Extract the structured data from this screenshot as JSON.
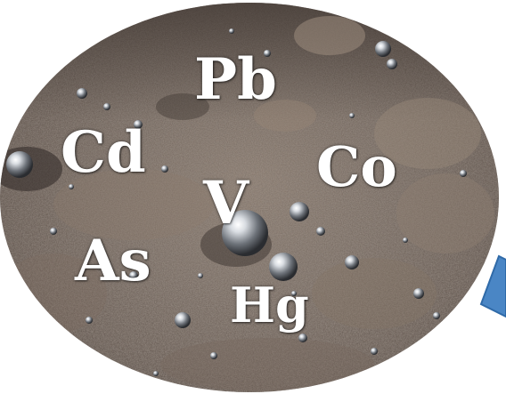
{
  "image": {
    "description_icons": [
      "soil-photo",
      "mercury-droplet-icon",
      "blue-arrow-icon"
    ],
    "colors": {
      "soil_dark": "#4a403a",
      "soil_mid": "#7a6c61",
      "soil_light": "#a89888",
      "label": "#ffffff",
      "arrow": "#4a86c5",
      "background": "#ffffff"
    }
  },
  "labels": {
    "pb": "Pb",
    "cd": "Cd",
    "co": "Co",
    "v": "V",
    "as": "As",
    "hg": "Hg"
  }
}
